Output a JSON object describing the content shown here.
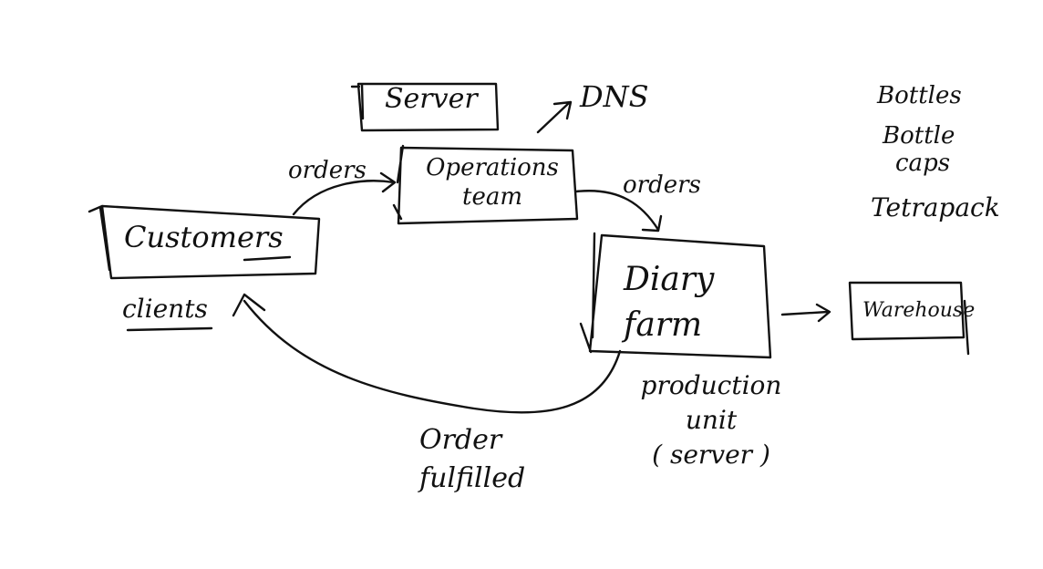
{
  "nodes": {
    "server": "Server",
    "operations": [
      "Operations",
      "team"
    ],
    "customers": "Customers",
    "dairy": [
      "Diary",
      "farm"
    ],
    "warehouse": "Warehouse"
  },
  "labels": {
    "dns": "DNS",
    "orders_left": "orders",
    "orders_right": "orders",
    "clients": "clients",
    "fulfilled": [
      "Order",
      "fulfilled"
    ],
    "production": [
      "production",
      "unit",
      "( server )"
    ],
    "materials": [
      "Bottles",
      "Bottle",
      "caps",
      "Tetrapack"
    ]
  }
}
